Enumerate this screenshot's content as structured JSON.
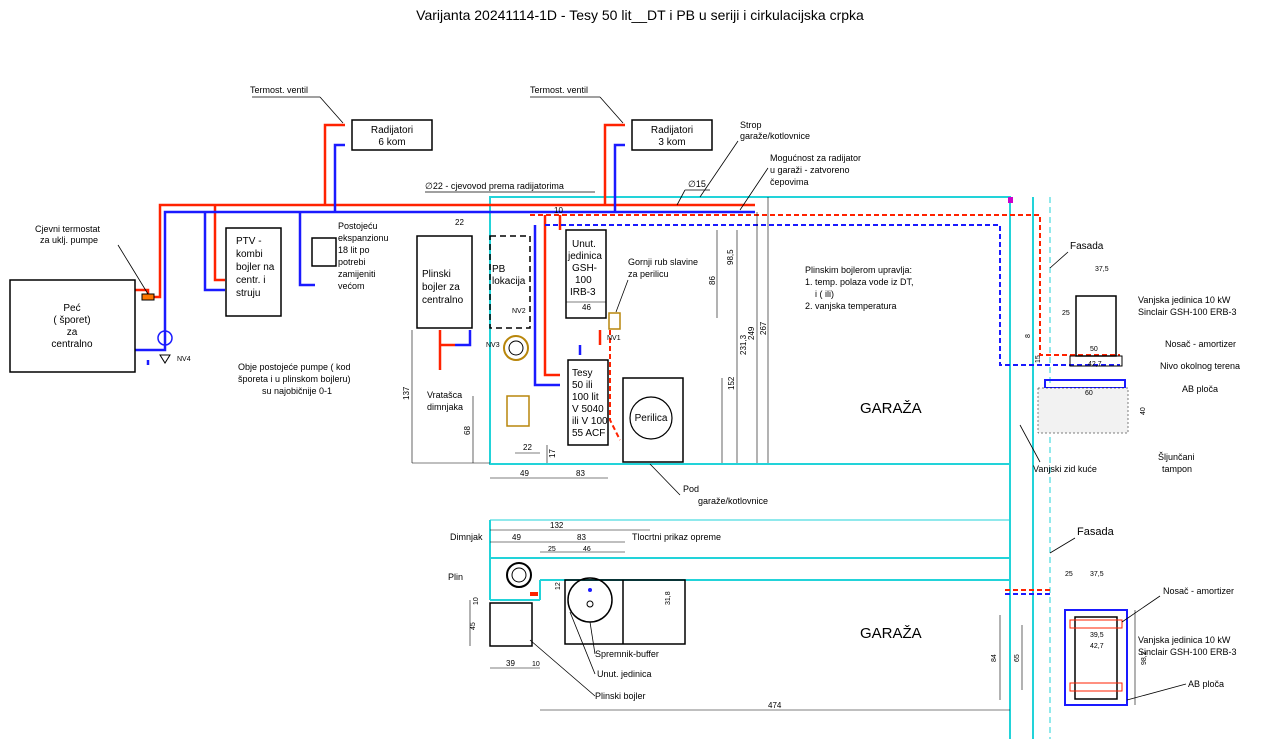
{
  "title": "Varijanta 20241114-1D -  Tesy 50 lit__DT i PB u seriji i cirkulacijska crpka",
  "labels": {
    "termost_ventil_1": "Termost. ventil",
    "termost_ventil_2": "Termost. ventil",
    "radijatori_1_a": "Radijatori",
    "radijatori_1_b": "6 kom",
    "radijatori_2_a": "Radijatori",
    "radijatori_2_b": "3 kom",
    "strop_a": "Strop",
    "strop_b": "garaže/kotlovnice",
    "mogucnost_a": "Mogućnost za radijator",
    "mogucnost_b": "u garaži - zatvoreno",
    "mogucnost_c": "čepovima",
    "cjevovod": "∅22 - cjevovod prema radijatorima",
    "d15": "∅15",
    "cjevni_a": "Cjevni termostat",
    "cjevni_b": "za uklj. pumpe",
    "pec_a": "Peć",
    "pec_b": "( šporet)",
    "pec_c": "za",
    "pec_d": "centralno",
    "ptv_a": "PTV -",
    "ptv_b": "kombi",
    "ptv_c": "bojler na",
    "ptv_d": "centr. i",
    "ptv_e": "struju",
    "eksp_a": "Postojeću",
    "eksp_b": "ekspanzionu",
    "eksp_c": "18 lit po",
    "eksp_d": "potrebi",
    "eksp_e": "zamijeniti",
    "eksp_f": "većom",
    "plinski_a": "Plinski",
    "plinski_b": "bojler za",
    "plinski_c": "centralno",
    "pb_a": "PB",
    "pb_b": "lokacija",
    "unut_a": "Unut.",
    "unut_b": "jedinica",
    "unut_c": "GSH-",
    "unut_d": "100",
    "unut_e": "IRB-3",
    "gornji_a": "Gornji rub slavine",
    "gornji_b": "za perilicu",
    "tesy_a": "Tesy",
    "tesy_b": "50 ili",
    "tesy_c": "100 lit",
    "tesy_d": "V 5040",
    "tesy_e": "ili V 100",
    "tesy_f": "55 ACF",
    "perilica": "Perilica",
    "pumpe_a": "Obje postojeće pumpe  ( kod",
    "pumpe_b": "šporeta i u plinskom bojleru)",
    "pumpe_c": "su najobičnije 0-1",
    "vratasca_a": "Vratašca",
    "vratasca_b": "dimnjaka",
    "garaza_1": "GARAŽA",
    "garaza_2": "GARAŽA",
    "plinskim_a": "Plinskim bojlerom upravlja:",
    "plinskim_b": "1. temp. polaza vode iz DT,",
    "plinskim_c": "i ( ili)",
    "plinskim_d": "2. vanjska temperatura",
    "pod_a": "Pod",
    "pod_b": "garaže/kotlovnice",
    "fasada_1": "Fasada",
    "fasada_2": "Fasada",
    "vanjska_1a": "Vanjska jedinica 10 kW",
    "vanjska_1b": "Sinclair GSH-100 ERB-3",
    "vanjska_2a": "Vanjska jedinica 10 kW",
    "vanjska_2b": "Sinclair GSH-100 ERB-3",
    "nosac_1": "Nosač - amortizer",
    "nosac_2": "Nosač - amortizer",
    "nivo": "Nivo okolnog terena",
    "ab_1": "AB ploča",
    "ab_2": "AB ploča",
    "sljuncani_a": "Šljunčani",
    "sljuncani_b": "tampon",
    "vanjski_zid": "Vanjski zid kuće",
    "tlocrtni": "Tlocrtni prikaz opreme",
    "dimnjak": "Dimnjak",
    "plin": "Plin",
    "spremnik": "Spremnik-buffer",
    "unut_jed": "Unut. jedinica",
    "plinski_bojler": "Plinski bojler"
  },
  "valves": {
    "nv1": "NV1",
    "nv2": "NV2",
    "nv3": "NV3",
    "nv4": "NV4"
  },
  "dims": {
    "d22": "22",
    "d10": "10",
    "d98_5": "98,5",
    "d86": "86",
    "d231_3": "231,3",
    "d249": "249",
    "d267": "267",
    "d152": "152",
    "d137": "137",
    "d68": "68",
    "d22b": "22",
    "d17": "17",
    "d49": "49",
    "d83": "83",
    "d46": "46",
    "d37_5": "37,5",
    "d25": "25",
    "d50": "50",
    "d42_7": "42,7",
    "d60": "60",
    "d40": "40",
    "d8": "8",
    "d15": "15",
    "p132": "132",
    "p49": "49",
    "p83": "83",
    "p25": "25",
    "p46": "46",
    "p12": "12",
    "p31_8": "31,8",
    "p10": "10",
    "p45": "45",
    "p39": "39",
    "p10b": "10",
    "p474": "474",
    "p25b": "25",
    "p37_5": "37,5",
    "p39_5": "39,5",
    "p42_7": "42,7",
    "p84": "84",
    "p65": "65",
    "p98_2": "98,2"
  },
  "colors": {
    "hot": "#ff2200",
    "cold": "#1a1aff",
    "wall": "#22d3d9",
    "box": "#000000",
    "accent": "#b8860b"
  }
}
